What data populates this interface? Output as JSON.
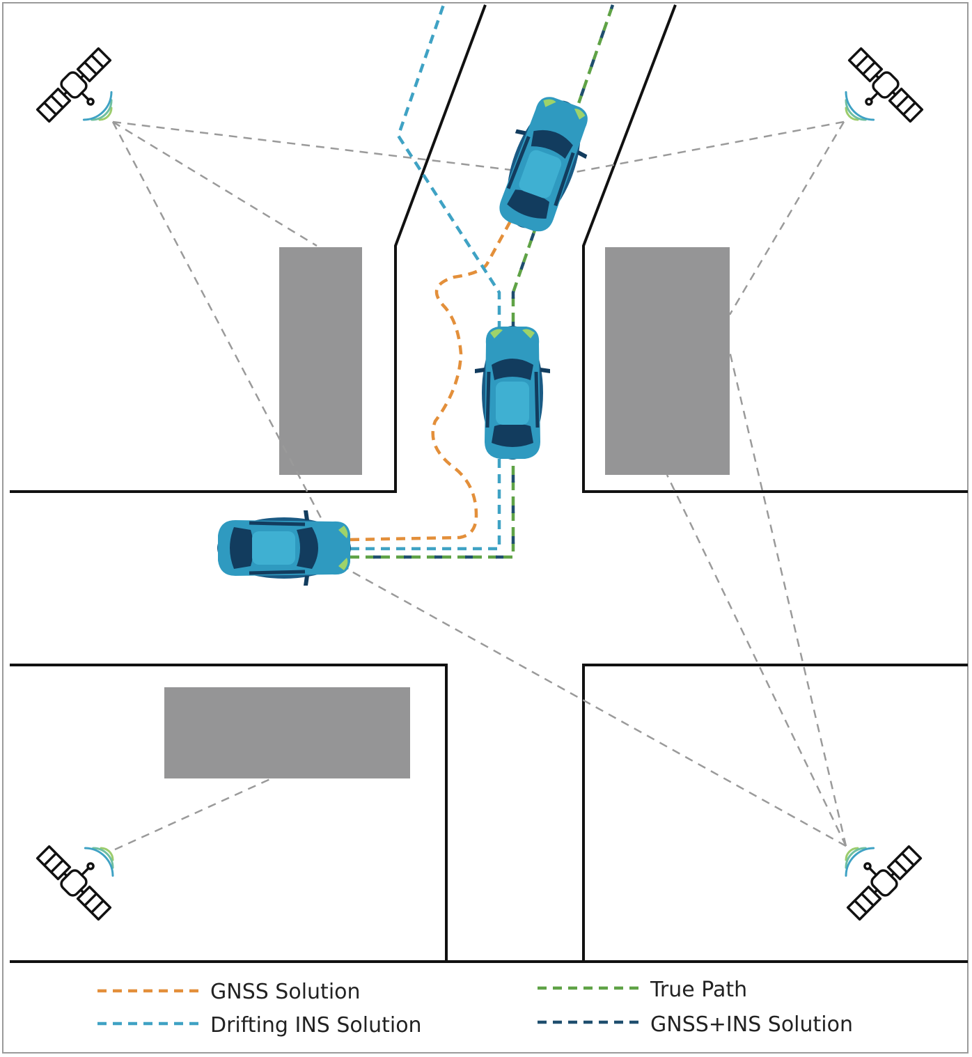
{
  "legend": {
    "items": [
      {
        "label": "GNSS Solution",
        "color": "#e38f3a"
      },
      {
        "label": "Drifting INS Solution",
        "color": "#3fa2c4"
      },
      {
        "label": "True Path",
        "color": "#5fa246"
      },
      {
        "label": "GNSS+INS Solution",
        "color": "#1f4e6e"
      }
    ]
  },
  "icons": {
    "satellite": "satellite-icon",
    "car": "car-icon",
    "building": "building-block"
  },
  "colors": {
    "road_edge": "#111111",
    "building": "#959596",
    "signal_line": "#9a9a9a",
    "car_body": "#2e95bb",
    "car_dark": "#123c5e"
  }
}
